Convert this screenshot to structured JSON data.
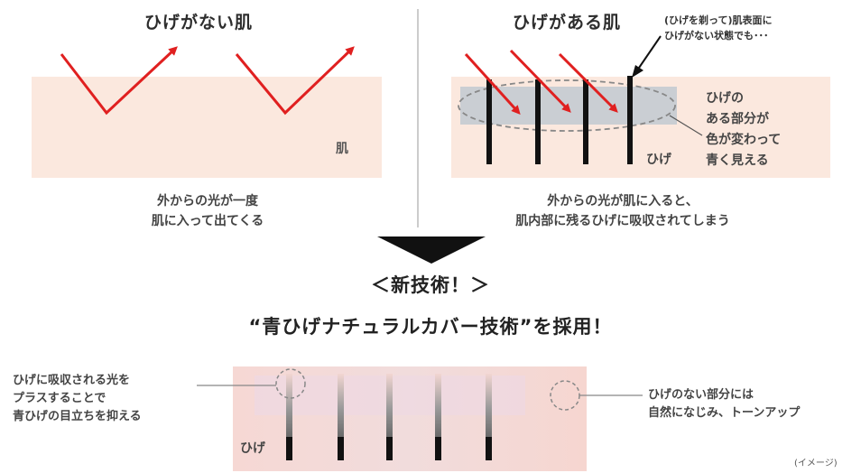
{
  "left_panel": {
    "title": "ひげがない肌",
    "skin_label": "肌",
    "caption_line1": "外からの光が一度",
    "caption_line2": "肌に入って出てくる"
  },
  "right_panel": {
    "title": "ひげがある肌",
    "callout_line1": "(ひげを剃って)肌表面に",
    "callout_line2": "ひげがない状態でも･･･",
    "note_line1": "ひげの",
    "note_line2": "ある部分が",
    "note_line3": "色が変わって",
    "note_line4": "青く見える",
    "hair_label": "ひげ",
    "caption_line1": "外からの光が肌に入ると、",
    "caption_line2": "肌内部に残るひげに吸収されてしまう"
  },
  "headline": {
    "line1": "＜新技術！＞",
    "line2": "“青ひげナチュラルカバー技術”を採用！"
  },
  "bottom_panel": {
    "left_note_line1": "ひげに吸収される光を",
    "left_note_line2": "プラスすることで",
    "left_note_line3": "青ひげの目立ちを抑える",
    "right_note_line1": "ひげのない部分には",
    "right_note_line2": "自然になじみ、トーンアップ",
    "hair_label": "ひげ",
    "image_note": "(イメージ)"
  },
  "colors": {
    "skin": "#fbe8de",
    "arrow": "#e02020",
    "hair": "#111111",
    "blue_tint": "#b9c6cf",
    "bottom_skin": "#f6d6d2"
  }
}
